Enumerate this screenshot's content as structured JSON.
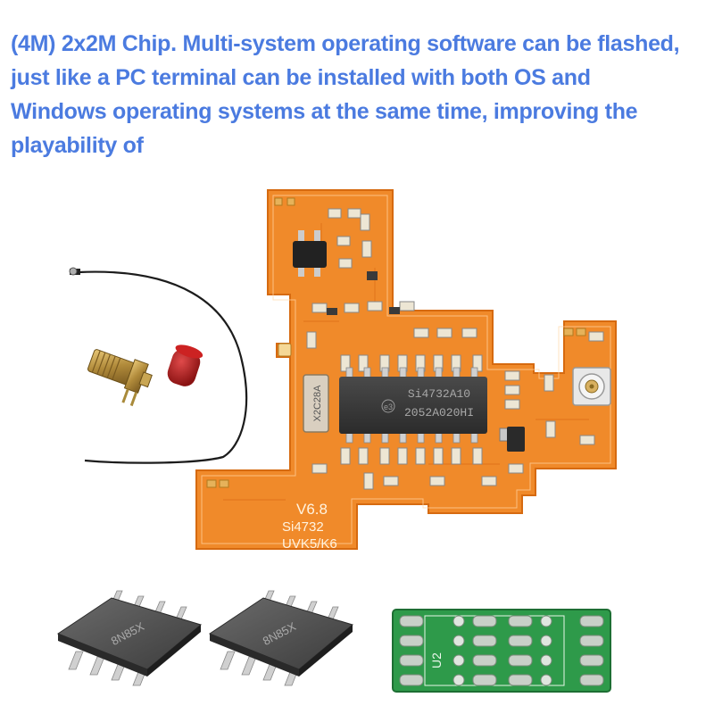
{
  "caption": {
    "lines": [
      " (4M) 2x2M Chip. Multi-system operating software can be flashed,",
      "just like a PC terminal can be installed with both  OS and",
      "Windows operating systems at the same time, improving the",
      "playability of"
    ],
    "color": "#4b7be0"
  },
  "board": {
    "chip_line1": "Si4732A10",
    "chip_line2": "2052A020HI",
    "chip_mark": "e3",
    "crystal_label": "X2C28A",
    "version": "V6.8",
    "model": "Si4732",
    "radio": "UVK5/K6",
    "color": "#f08a2a"
  },
  "small_pcb": {
    "label": "U2",
    "color": "#2e9a4a"
  },
  "soic_chip": {
    "marking": "8N85X"
  }
}
